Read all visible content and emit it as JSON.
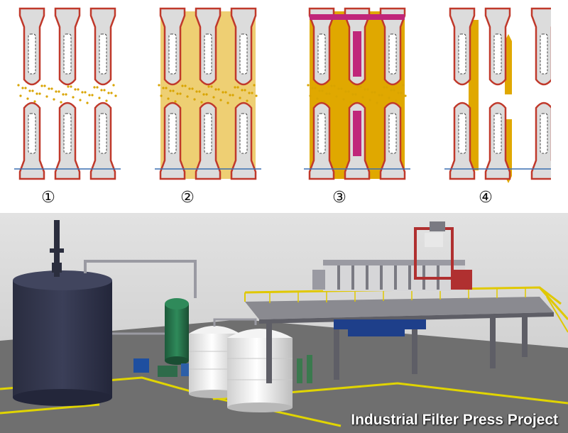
{
  "stages": [
    {
      "label": "①",
      "fill": "none",
      "frame": "#c0392b",
      "core": "#e6e6e6"
    },
    {
      "label": "②",
      "fill": "partial",
      "frame": "#c0392b",
      "core": "#e6e6e6"
    },
    {
      "label": "③",
      "fill": "full",
      "frame": "#c0392b",
      "core": "#c0267a"
    },
    {
      "label": "④",
      "fill": "discharge",
      "frame": "#c0392b",
      "core": "#e6e6e6"
    }
  ],
  "colors": {
    "slurry": "#d9a400",
    "cake": "#e0a800",
    "plate_body": "#dcdcdc",
    "membrane": "#c0267a",
    "floor": "#6e6e6e",
    "sky": "#d4d4d4"
  },
  "caption": "Industrial Filter Press Project"
}
